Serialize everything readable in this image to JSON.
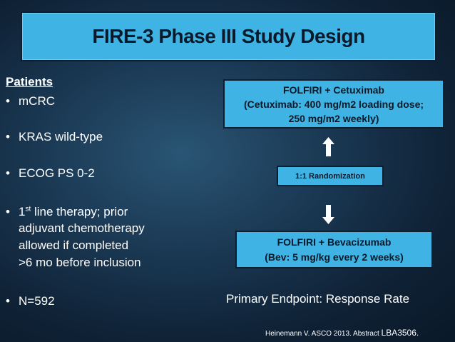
{
  "title": "FIRE-3 Phase III Study Design",
  "patients": {
    "heading": "Patients",
    "bullet_symbol": "•",
    "items": [
      {
        "lines": [
          "mCRC"
        ]
      },
      {
        "lines": [
          "KRAS wild-type"
        ]
      },
      {
        "lines": [
          "ECOG PS 0-2"
        ]
      },
      {
        "pre": "1",
        "sup": "st",
        "post": " line therapy; prior",
        "lines": [
          "adjuvant chemotherapy",
          "allowed if completed",
          ">6 mo before inclusion"
        ]
      },
      {
        "lines": [
          "N=592"
        ]
      }
    ]
  },
  "arm1": {
    "line1": "FOLFIRI + Cetuximab",
    "line2": "(Cetuximab: 400 mg/m2 loading dose;",
    "line3": "250 mg/m2 weekly)"
  },
  "randomization": "1:1 Randomization",
  "arm2": {
    "line1": "FOLFIRI + Bevacizumab",
    "line2": "(Bev: 5 mg/kg every 2 weeks)"
  },
  "endpoint": "Primary Endpoint: Response Rate",
  "citation": {
    "text": "Heinemann V. ASCO 2013. Abstract ",
    "abstract_id": "LBA3506."
  },
  "colors": {
    "box_fill": "#3fb3e3",
    "box_border": "#0d1e30",
    "text_light": "#ffffff",
    "text_dark": "#0b1a2a"
  },
  "icons": [
    "arrow-up-icon",
    "arrow-down-icon"
  ]
}
